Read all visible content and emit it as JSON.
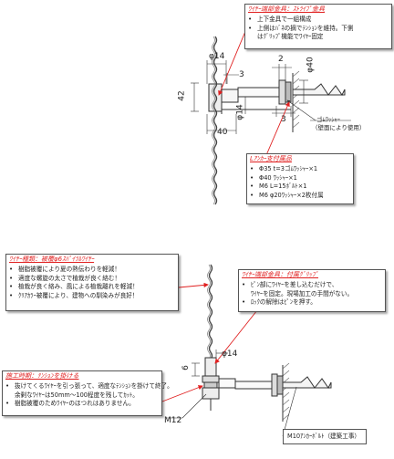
{
  "box_wire_top": {
    "title": "ﾜｲﾔｰ端部金具：ｽﾄﾗｲﾌﾟ金具",
    "items": [
      "上下金具で一組構成",
      "上側はﾊﾞﾈの摘でﾃﾝｼｮﾝを維持。下側",
      "はｸﾞﾘｯﾌﾟ機能でﾜｲﾔｰ固定"
    ]
  },
  "box_parts": {
    "title": "Lｱﾝｶｰ支付属品",
    "items": [
      "Φ35 t=3ゴﾑﾜｯｼｬｰ×1",
      "Φ40 ﾜｯｼｬｰ×1",
      "M6 L=15ﾎﾞﾙﾄ×1",
      "M6 φ20ﾜｯｼｬｰ×2枚付属"
    ]
  },
  "box_wire_type": {
    "title": "ﾜｲﾔｰ種類：被覆φ6ｽﾊﾟｲﾗﾙﾜｲﾔｰ",
    "items": [
      "樹脂被覆により夏の熱伝わりを軽減！",
      "適度な螺旋の太さで植栽が良く絡む！",
      "植栽が良く絡み、風による植栽離れを軽減！",
      "ｸﾘｱｶﾗｰ被覆により、建物への馴染みが良好！"
    ]
  },
  "box_wire_bottom": {
    "title": "ﾜｲﾔｰ端部金具：付属ｸﾞﾘｯﾌﾟ",
    "items": [
      "ﾋﾟﾝ部にﾜｲﾔｰを差し込むだけで、",
      "ﾜｲﾔｰを固定。現場加工の手間がない。",
      "ﾛｯｸの解除はﾋﾟﾝを押す。"
    ]
  },
  "box_construction": {
    "title": "施工時期：ﾃﾝｼｮﾝを掛ける",
    "items": [
      "抜けてくるﾜｲﾔｰを引っ張って、適度なﾃﾝｼｮﾝを掛けて終了。",
      "余剰なﾜｲﾔｰは50mm～100程度を残してｶｯﾄ。",
      "樹脂被覆のためﾜｲﾔｰのほつれはありません。"
    ]
  },
  "dimensions": {
    "d14_top": "φ14",
    "d3_top": "3",
    "d2": "2",
    "d40_dia": "φ40",
    "d42": "42",
    "d14_side": "φ14",
    "d3_side": "3",
    "d40": "40",
    "d14_bottom": "φ14",
    "d6": "6",
    "m12": "M12"
  },
  "labels": {
    "rubber_washer": "ゴﾑﾜｯｼｬｰ",
    "rubber_washer_note": "（壁面により使用）",
    "anchor_bolt": "M10ｱﾝｶｰﾎﾞﾙﾄ（建築工事）"
  },
  "colors": {
    "accent": "#e02020",
    "line": "#333333"
  }
}
